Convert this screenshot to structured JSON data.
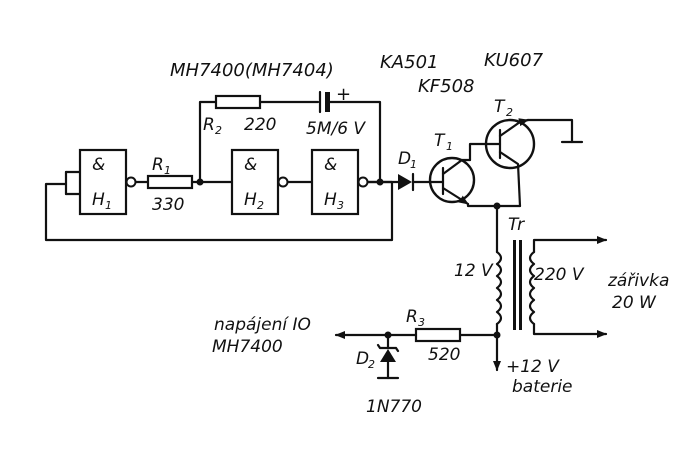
{
  "title": {
    "ic": "MH7400(MH7404)",
    "diode_type": "KA501",
    "t1_type": "KF508",
    "t2_type": "KU607"
  },
  "gates": [
    {
      "symbol": "&",
      "name": "H",
      "index": "1"
    },
    {
      "symbol": "&",
      "name": "H",
      "index": "2"
    },
    {
      "symbol": "&",
      "name": "H",
      "index": "3"
    }
  ],
  "resistors": {
    "r1": {
      "name": "R",
      "index": "1",
      "value": "330"
    },
    "r2": {
      "name": "R",
      "index": "2",
      "value": "220"
    },
    "r3": {
      "name": "R",
      "index": "3",
      "value": "520"
    }
  },
  "capacitor": {
    "value": "5M/6 V",
    "polarity": "+"
  },
  "diode": {
    "name": "D",
    "index": "1"
  },
  "transistors": {
    "t1": {
      "name": "T",
      "index": "1"
    },
    "t2": {
      "name": "T",
      "index": "2"
    }
  },
  "transformer": {
    "name": "Tr",
    "primary": "12 V",
    "secondary": "220 V"
  },
  "lamp": {
    "line1": "zářivka",
    "line2": "20 W"
  },
  "supply": {
    "line1": "napájení IO",
    "line2": "MH7400"
  },
  "zener": {
    "name": "D",
    "index": "2",
    "type": "1N770"
  },
  "battery": {
    "line1": "+12 V",
    "line2": "baterie"
  }
}
